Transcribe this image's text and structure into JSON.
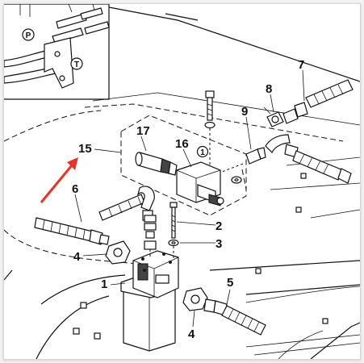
{
  "callouts": {
    "c1": "1",
    "c2": "2",
    "c3": "3",
    "c4a": "4",
    "c4b": "4",
    "c5": "5",
    "c6": "6",
    "c7": "7",
    "c8": "8",
    "c9": "9",
    "c15": "15",
    "c16": "16",
    "c17": "17"
  },
  "inset": {
    "port_p": "P",
    "port_t": "T"
  },
  "markers": {
    "valve_1": "1"
  },
  "colors": {
    "arrow": "#e8332a",
    "ink": "#111111"
  }
}
